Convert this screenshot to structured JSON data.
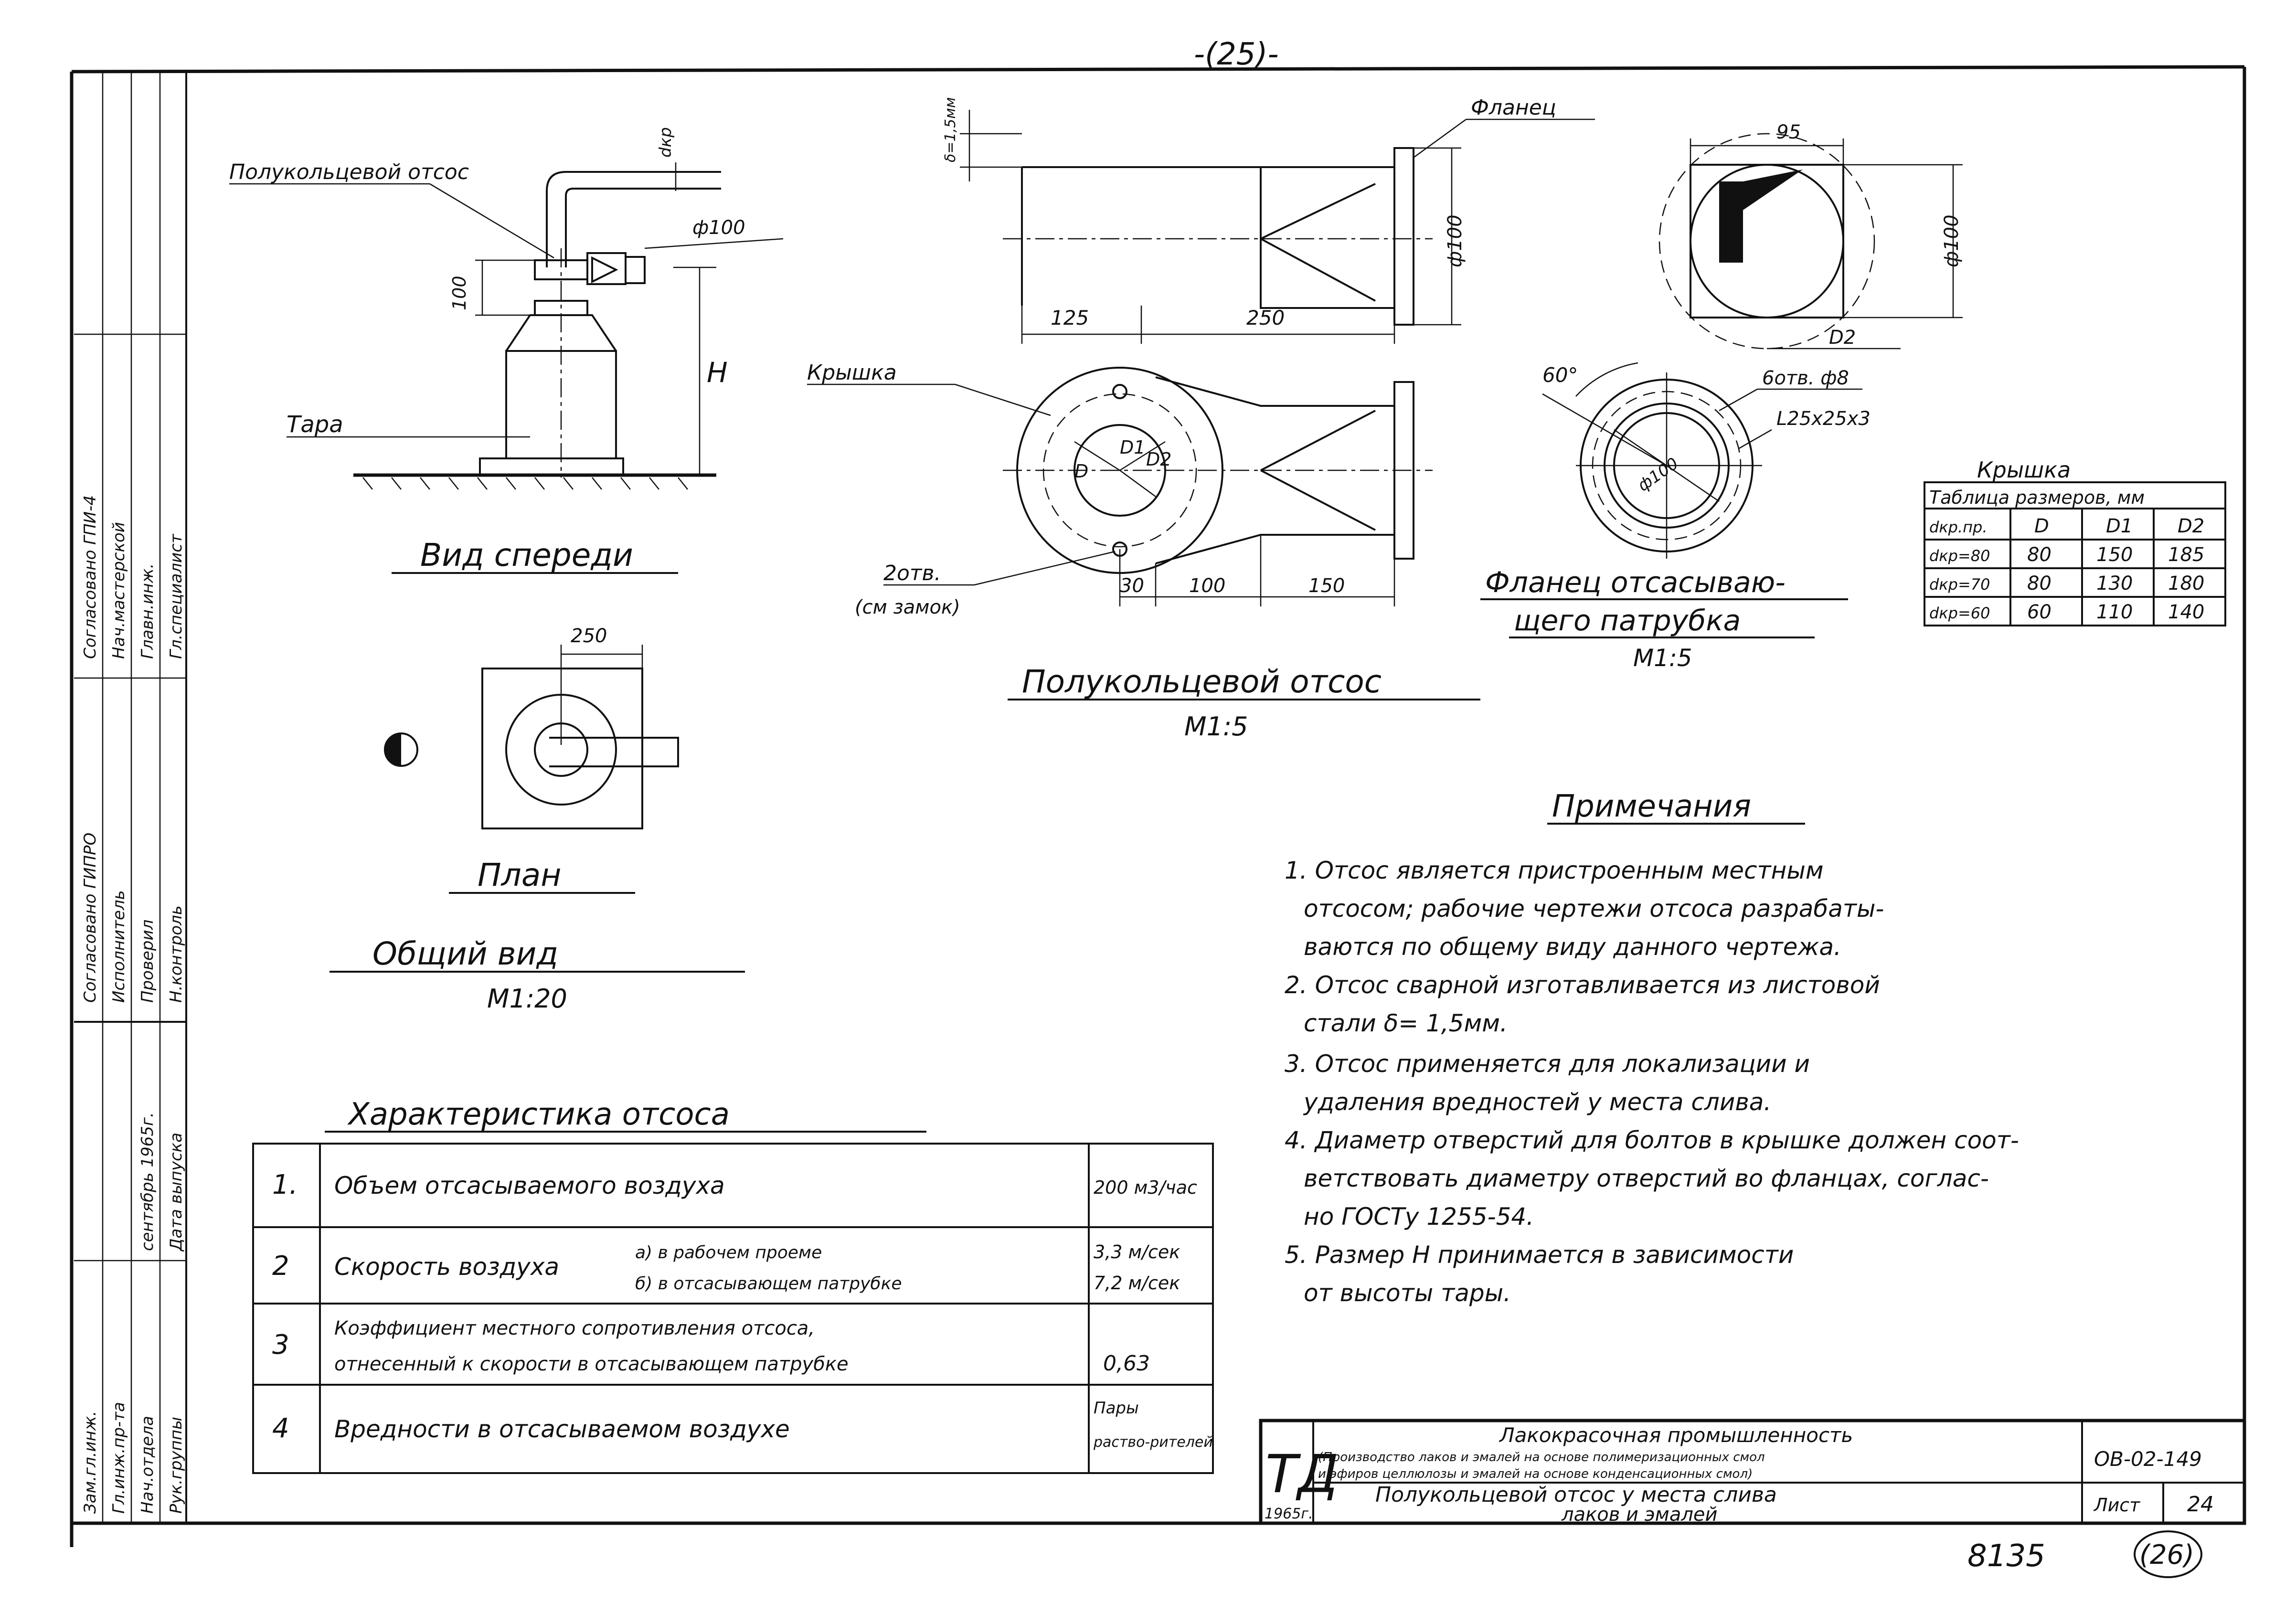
{
  "sheet": {
    "page_top": "-(25)-",
    "page_bottom": "(26)",
    "inventory_no": "8135"
  },
  "front_view": {
    "title": "Вид спереди",
    "callout_exhaust": "Полукольцевой отсос",
    "callout_container": "Тара",
    "dim_phi100": "ф100",
    "dim_100": "100",
    "dim_H": "Н",
    "dim_d": "dкр"
  },
  "plan_view": {
    "title": "План",
    "dim_250": "250"
  },
  "general_view": {
    "title": "Общий вид",
    "scale": "М1:20"
  },
  "exhaust_drawing": {
    "dim_thk": "δ=1,5мм",
    "label_flange": "Фланец",
    "dim_phi100": "ф100",
    "dim_125": "125",
    "dim_250": "250",
    "label_cover": "Крышка",
    "label_holes": "2отв.",
    "label_holes_note": "(см замок)",
    "dim_30": "30",
    "dim_100": "100",
    "dim_150": "150",
    "dim_D": "D",
    "dim_D1": "D1",
    "dim_D2": "D2",
    "title": "Полукольцевой отсос",
    "scale": "М1:5"
  },
  "flange_drawing": {
    "dim_95": "95",
    "dim_phi100": "ф100",
    "dim_D2": "D2",
    "dim_60deg": "60°",
    "label_holes": "6отв. ф8",
    "label_angle": "L25x25x3",
    "label_phi100": "ф100",
    "title_line1": "Фланец отсасываю-",
    "title_line2": "щего патрубка",
    "scale": "М1:5"
  },
  "cover_table": {
    "title": "Крышка",
    "subtitle": "Таблица размеров, мм",
    "headers": [
      "dкр.пр.",
      "D",
      "D1",
      "D2"
    ],
    "rows": [
      [
        "dкр=80",
        "80",
        "150",
        "185"
      ],
      [
        "dкр=70",
        "80",
        "130",
        "180"
      ],
      [
        "dкр=60",
        "60",
        "110",
        "140"
      ]
    ]
  },
  "characteristics": {
    "title": "Характеристика отсоса",
    "rows": [
      {
        "no": "1.",
        "text": "Объем отсасываемого воздуха",
        "sub_a": "",
        "sub_b": "",
        "value": "200 м3/час",
        "value2": ""
      },
      {
        "no": "2",
        "text": "Скорость воздуха",
        "sub_a": "а) в рабочем проеме",
        "sub_b": "б) в отсасывающем патрубке",
        "value": "3,3 м/сек",
        "value2": "7,2 м/сек"
      },
      {
        "no": "3",
        "text": "Коэффициент местного сопротивления отсоса,",
        "sub_a": "отнесенный к скорости в отсасывающем патрубке",
        "sub_b": "",
        "value": "0,63",
        "value2": ""
      },
      {
        "no": "4",
        "text": "Вредности в отсасываемом воздухе",
        "sub_a": "",
        "sub_b": "",
        "value": "Пары",
        "value2": "раство-рителей"
      }
    ]
  },
  "notes": {
    "title": "Примечания",
    "lines": [
      "1. Отсос является пристроенным местным",
      "отсосом; рабочие чертежи отсоса разрабаты-",
      "ваются по общему виду данного чертежа.",
      "2. Отсос сварной изготавливается из листовой",
      "стали δ= 1,5мм.",
      "3. Отсос применяется для локализации и",
      "удаления вредностей у места слива.",
      "4. Диаметр отверстий для болтов в крышке должен соот-",
      "ветствовать диаметру отверстий во фланцах, соглас-",
      "но ГОСТу 1255-54.",
      "5. Размер Н принимается в зависимости",
      "от высоты тары."
    ]
  },
  "title_block": {
    "logo": "ТД",
    "year": "1965г.",
    "industry": "Лакокрасочная промышленность",
    "sub1": "(Производство лаков и эмалей на основе полимеризационных смол",
    "sub2": "и эфиров целлюлозы и эмалей на основе конденсационных смол)",
    "name_line1": "Полукольцевой отсос у места слива",
    "name_line2": "лаков и эмалей",
    "code": "ОВ-02-149",
    "sheet_label": "Лист",
    "sheet_no": "24"
  },
  "side_stamp": {
    "cells": [
      "Согласовано ГПИ-4",
      "Нач.мастерской",
      "Главн.инж.",
      "Гл.специалист",
      "Согласовано ГИПРО",
      "Исполнитель",
      "Проверил",
      "Н.контроль",
      "Зам.гл.инж.",
      "Гл.инж.пр-та",
      "Нач.отдела",
      "Рук.группы",
      "Дата выпуска",
      "сентябрь 1965г."
    ]
  }
}
